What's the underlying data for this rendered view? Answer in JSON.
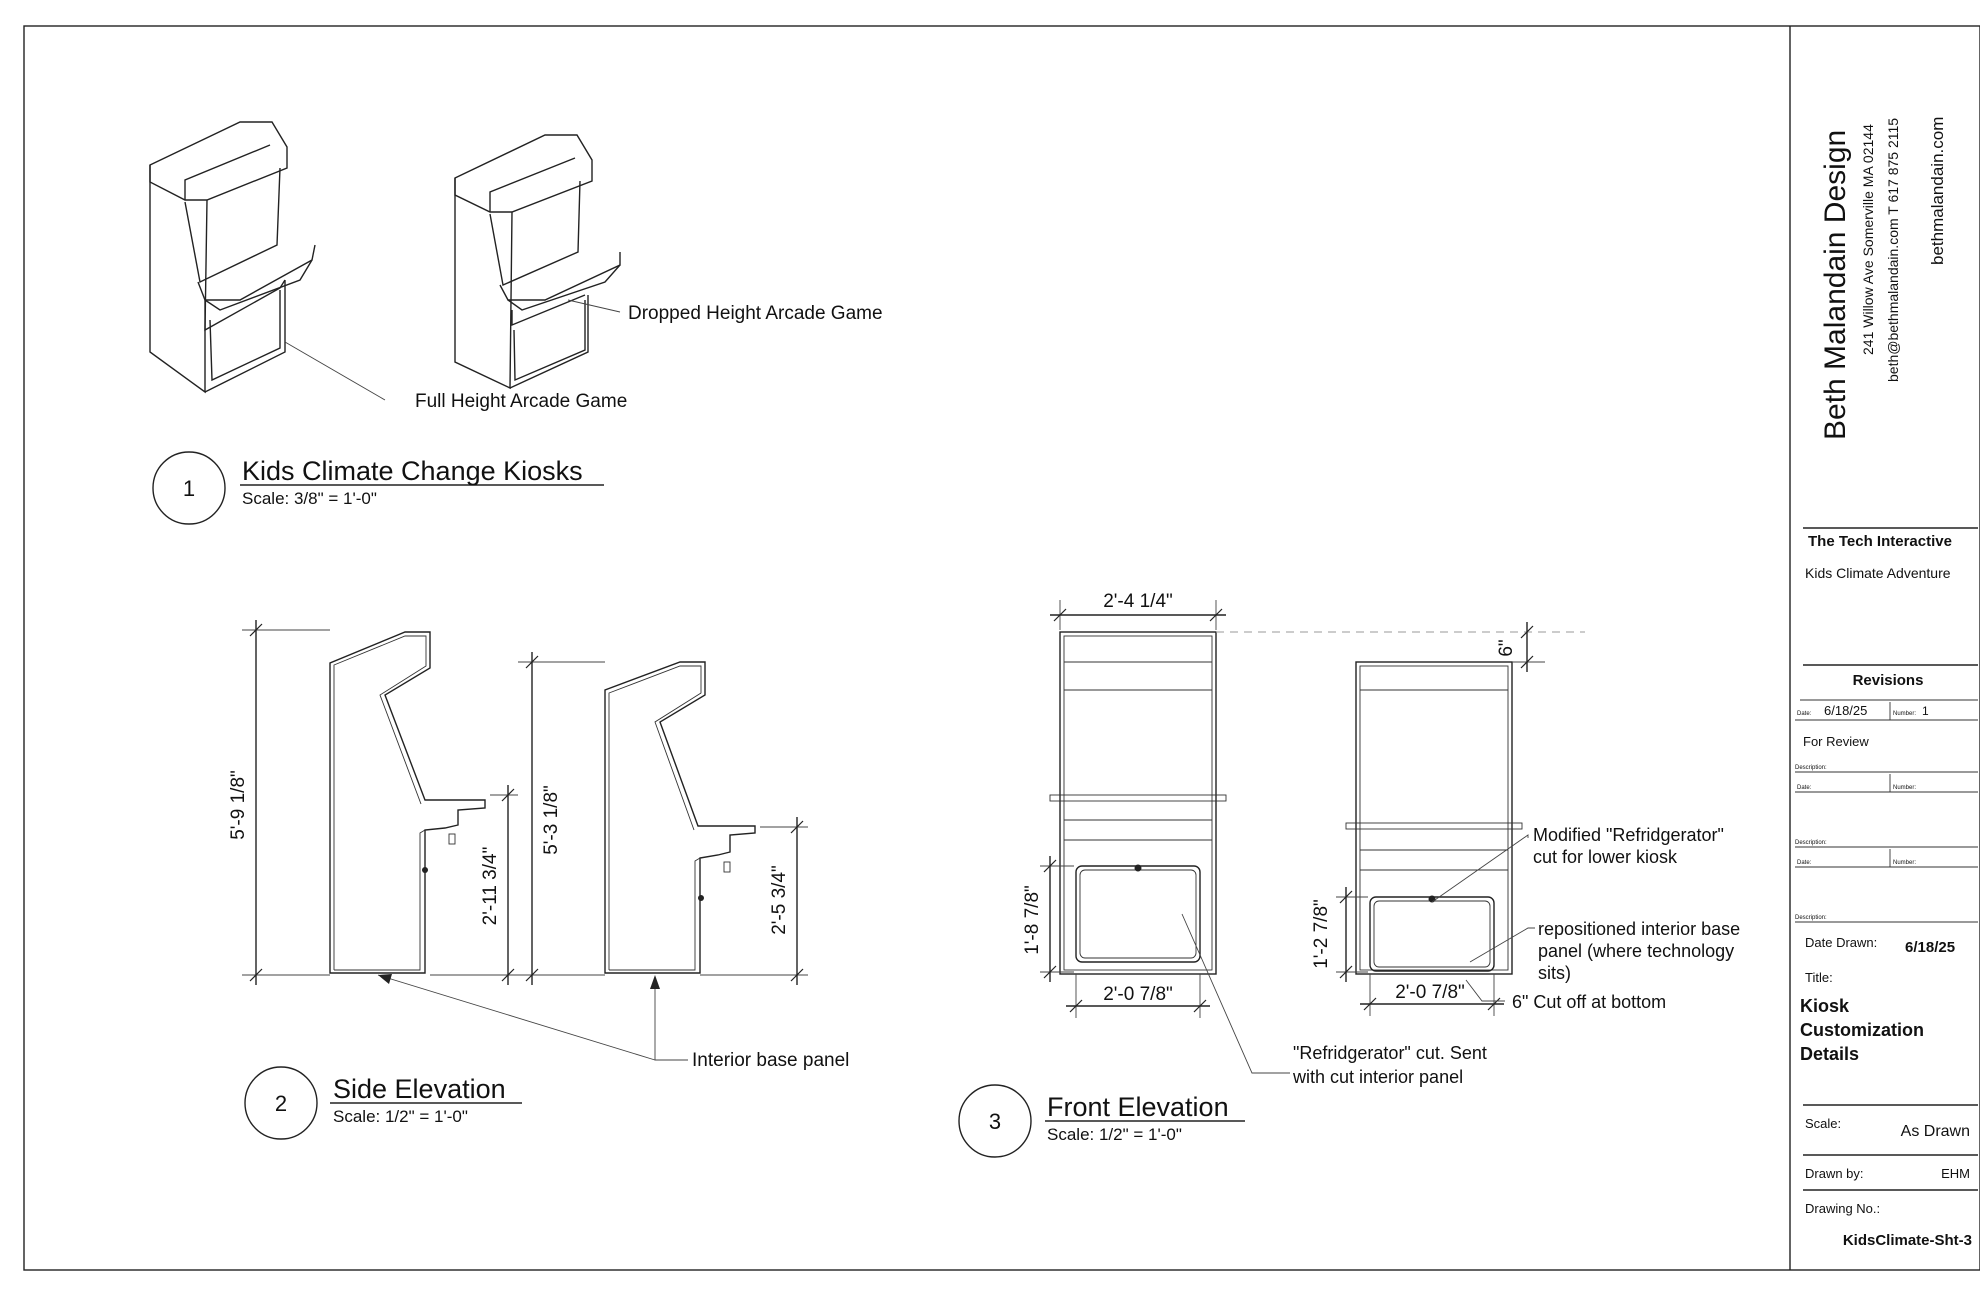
{
  "details": [
    {
      "number": "1",
      "title": "Kids Climate Change Kiosks",
      "scale": "Scale: 3/8\" = 1'-0\""
    },
    {
      "number": "2",
      "title": "Side Elevation",
      "scale": "Scale: 1/2\" = 1'-0\""
    },
    {
      "number": "3",
      "title": "Front Elevation",
      "scale": "Scale: 1/2\" = 1'-0\""
    }
  ],
  "callouts": {
    "full_height": "Full Height Arcade Game",
    "dropped_height": "Dropped Height Arcade Game",
    "interior_base": "Interior base panel",
    "refrig_cut_1": "\"Refridgerator\" cut.  Sent",
    "refrig_cut_2": "with cut interior panel",
    "modified_1": "Modified \"Refridgerator\"",
    "modified_2": "cut for lower kiosk",
    "repositioned_1": "repositioned interior base",
    "repositioned_2": "panel (where technology",
    "repositioned_3": "sits)",
    "cut_off": "6\" Cut off at bottom"
  },
  "dimensions": {
    "side_full_height": "5'-9 1/8\"",
    "side_full_counter": "2'-11 3/4\"",
    "side_dropped_height": "5'-3 1/8\"",
    "side_dropped_counter": "2'-5 3/4\"",
    "front_width": "2'-4 1/4\"",
    "front_offset": "6\"",
    "front_full_panel_h": "1'-8 7/8\"",
    "front_full_panel_w": "2'-0 7/8\"",
    "front_dropped_panel_h": "1'-2 7/8\"",
    "front_dropped_panel_w": "2'-0 7/8\""
  },
  "title_block": {
    "firm": "Beth Malandain Design",
    "address": "241 Willow Ave  Somerville MA 02144",
    "contact": "beth@bethmalandain.com   T 617 875 2115",
    "website": "bethmalandain.com",
    "client": "The Tech Interactive",
    "project": "Kids Climate Adventure",
    "revisions_heading": "Revisions",
    "date_label": "Date:",
    "rev_date": "6/18/25",
    "number_label": "Number:",
    "rev_number": "1",
    "rev_description": "For Review",
    "description_label": "Description:",
    "date_drawn_label": "Date Drawn:",
    "date_drawn": "6/18/25",
    "title_label": "Title:",
    "title_1": "Kiosk",
    "title_2": "Customization",
    "title_3": "Details",
    "scale_label": "Scale:",
    "scale_value": "As Drawn",
    "drawn_by_label": "Drawn by:",
    "drawn_by": "EHM",
    "drawing_no_label": "Drawing No.:",
    "drawing_no": "KidsClimate-Sht-3"
  }
}
